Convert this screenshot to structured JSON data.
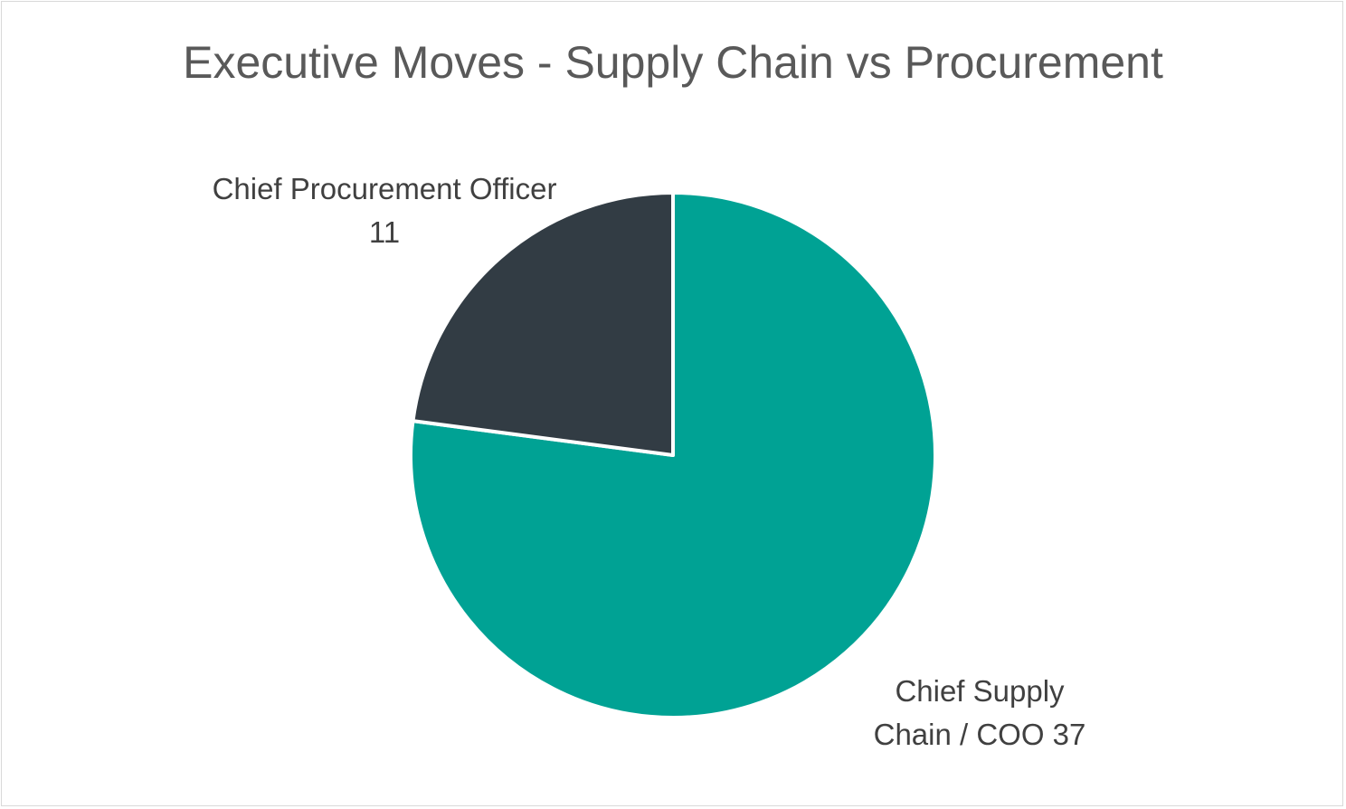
{
  "chart_data": {
    "type": "pie",
    "title": "Executive Moves - Supply Chain vs Procurement",
    "slices": [
      {
        "label": "Chief Supply Chain / COO",
        "label_line1": "Chief Supply",
        "label_line2": "Chain / COO 37",
        "value": 37,
        "color": "#00A294"
      },
      {
        "label": "Chief Procurement Officer",
        "label_line1": "Chief Procurement Officer",
        "label_line2": "11",
        "value": 11,
        "color": "#323C44"
      }
    ],
    "start_angle_deg": 0,
    "direction": "clockwise"
  }
}
